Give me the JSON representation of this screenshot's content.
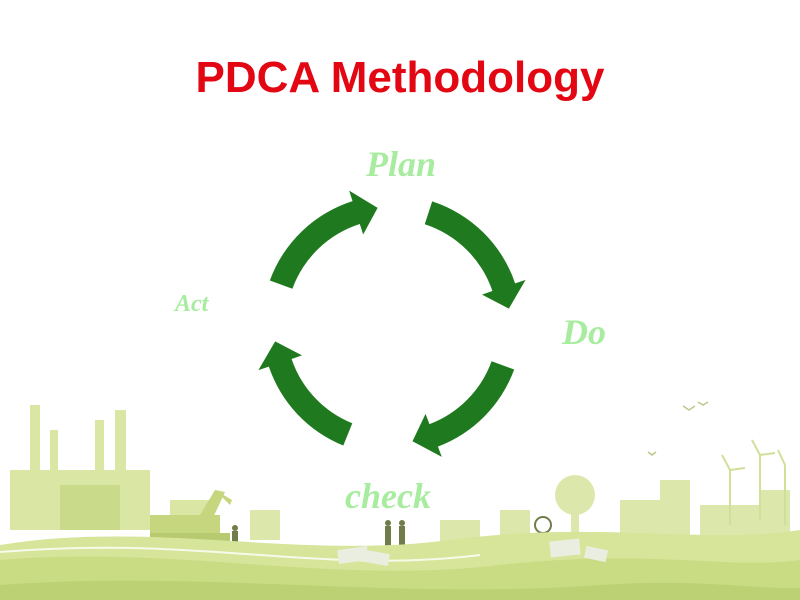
{
  "slide": {
    "title": "PDCA Methodology",
    "title_color": "#e30613"
  },
  "cycle": {
    "arrow_color": "#1f7a1f",
    "label_color": "#a8ec9f",
    "steps": [
      {
        "id": "plan",
        "label": "Plan"
      },
      {
        "id": "do",
        "label": "Do"
      },
      {
        "id": "check",
        "label": "check"
      },
      {
        "id": "act",
        "label": "Act"
      }
    ]
  },
  "background": {
    "theme": "city-landscape-illustration",
    "color": "#d6e59a"
  }
}
